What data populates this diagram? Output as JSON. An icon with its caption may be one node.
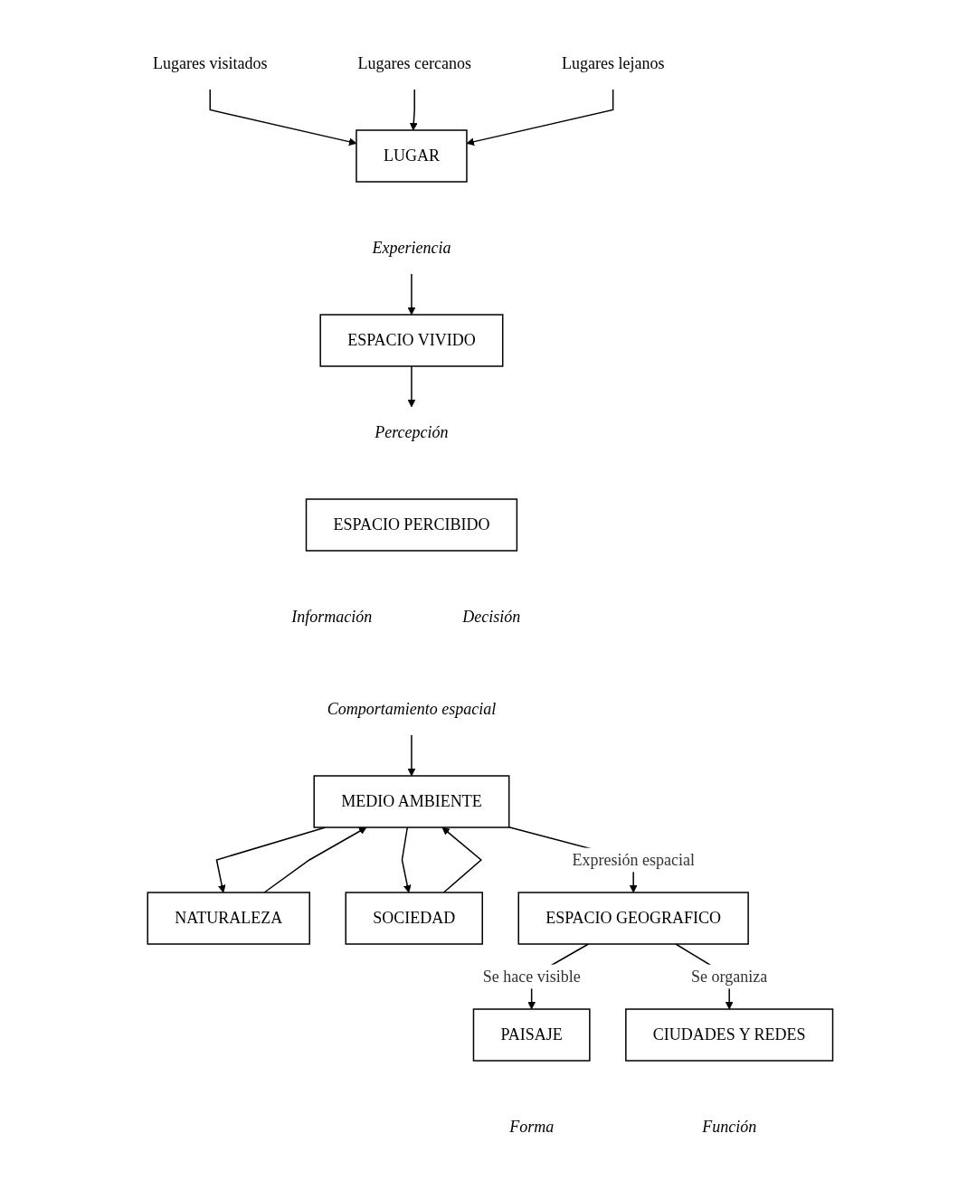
{
  "diagram": {
    "nodes": [
      {
        "text": [
          "Lugares visitados"
        ]
      },
      {
        "text": [
          "Lugares cercanos"
        ]
      },
      {
        "text": [
          "Lugares lejanos"
        ]
      },
      {
        "text": [
          "LUGAR"
        ]
      },
      {
        "text": [
          "Experiencia"
        ]
      },
      {
        "text": [
          "ESPACIO VIVIDO"
        ]
      },
      {
        "text": [
          "Percepción"
        ]
      },
      {
        "text": [
          "ESPACIO PERCIBIDO"
        ],
        "beside": [
          "Información",
          "Decisión"
        ]
      },
      {
        "text": [
          "Comportamiento espacial"
        ]
      },
      {
        "text": [
          "NATURALEZA"
        ]
      },
      {
        "text": [
          "MEDIO AMBIENTE"
        ]
      },
      {
        "text": [
          "SOCIEDAD"
        ]
      },
      {
        "text": [
          "ESPACIO GEOGRAFICO"
        ]
      },
      {
        "text": [
          "PAISAJE"
        ],
        "beside": [
          "Forma"
        ]
      },
      {
        "text": [
          "CIUDADES Y REDES"
        ],
        "beside": [
          "Función"
        ]
      }
    ],
    "edges": [
      {
        "from": 0,
        "to": 3,
        "arrow": "to"
      },
      {
        "from": 1,
        "to": 3,
        "arrow": "to"
      },
      {
        "from": 2,
        "to": 3,
        "arrow": "to"
      },
      {
        "from": 4,
        "to": 5,
        "arrow": "to"
      },
      {
        "from": 5,
        "to": 6,
        "arrow": "to"
      },
      {
        "from": 8,
        "to": 10,
        "arrow": "to"
      },
      {
        "from": 9,
        "to": 10,
        "arrow": "to"
      },
      {
        "from": 10,
        "to": 9,
        "arrow": "to"
      },
      {
        "from": 10,
        "to": 11,
        "arrow": "to"
      },
      {
        "from": 11,
        "to": 10,
        "arrow": "to"
      },
      {
        "from": 10,
        "to": 12,
        "arrow": "to",
        "label": "Expresión espacial"
      },
      {
        "from": 12,
        "to": 13,
        "arrow": "to",
        "label": "Se hace visible"
      },
      {
        "from": 12,
        "to": 14,
        "arrow": "to",
        "label": "Se organiza"
      }
    ]
  }
}
